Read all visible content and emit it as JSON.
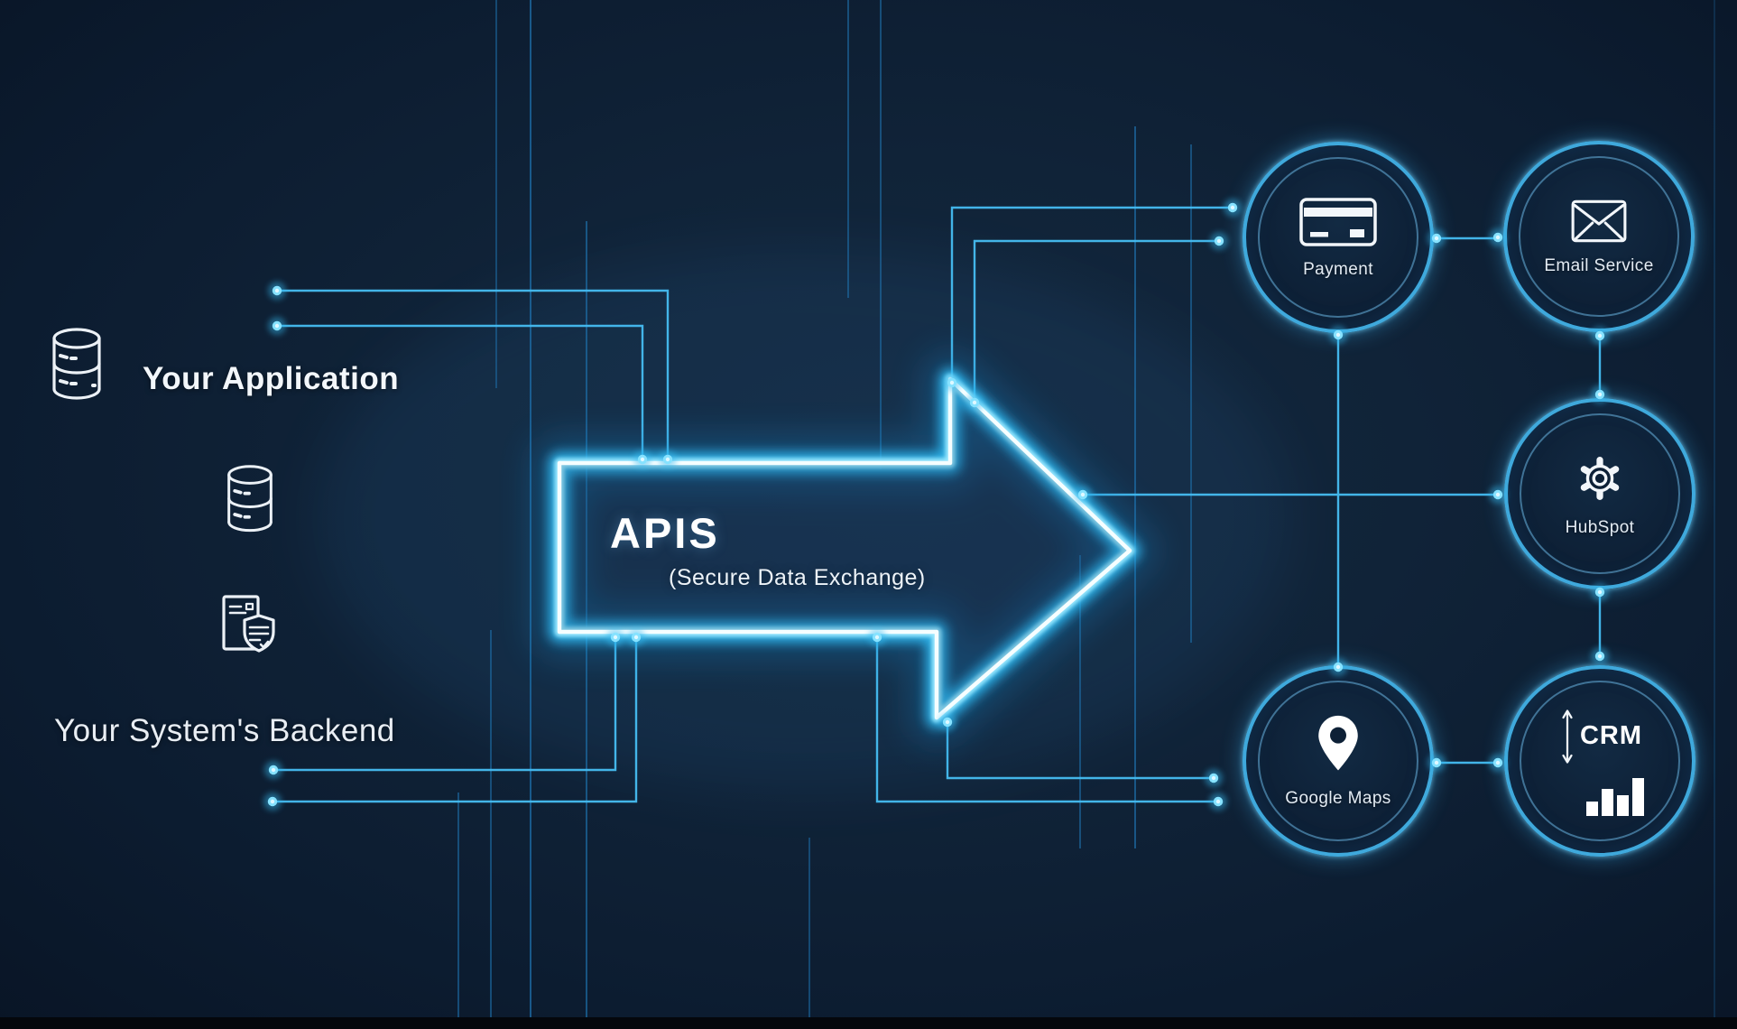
{
  "left_panel": {
    "application_label": "Your Application",
    "backend_label": "Your System's Backend",
    "icons": [
      "database-icon",
      "database-icon",
      "document-shield-icon"
    ]
  },
  "arrow": {
    "label": "APIS",
    "sublabel": "(Secure Data Exchange)"
  },
  "nodes": [
    {
      "id": "payment",
      "label": "Payment",
      "icon": "credit-card-icon"
    },
    {
      "id": "email-service",
      "label": "Email Service",
      "icon": "envelope-icon"
    },
    {
      "id": "hubspot",
      "label": "HubSpot",
      "icon": "gear-icon"
    },
    {
      "id": "google-maps",
      "label": "Google Maps",
      "icon": "map-pin-icon"
    },
    {
      "id": "crm",
      "label": "CRM",
      "icon": "updown-arrow-and-bar-chart-icon"
    }
  ],
  "edges": [
    {
      "from": "your-application",
      "to": "apis-arrow"
    },
    {
      "from": "your-systems-backend",
      "to": "apis-arrow"
    },
    {
      "from": "apis-arrow",
      "to": "payment"
    },
    {
      "from": "apis-arrow",
      "to": "hubspot"
    },
    {
      "from": "apis-arrow",
      "to": "google-maps"
    },
    {
      "from": "payment",
      "to": "email-service"
    },
    {
      "from": "payment",
      "to": "google-maps"
    },
    {
      "from": "email-service",
      "to": "hubspot"
    },
    {
      "from": "hubspot",
      "to": "crm"
    },
    {
      "from": "google-maps",
      "to": "crm"
    }
  ],
  "colors": {
    "background": "#0d1e33",
    "circuit_line": "#2176ad",
    "connector": "#46bdf2",
    "neon_glow": "#2fb9f2",
    "neon_core": "#f6feff",
    "node_ring": "#3fa9dc",
    "icon": "#eef3f7",
    "text_primary": "#f2f6fa",
    "text_secondary": "#dde6ee"
  }
}
